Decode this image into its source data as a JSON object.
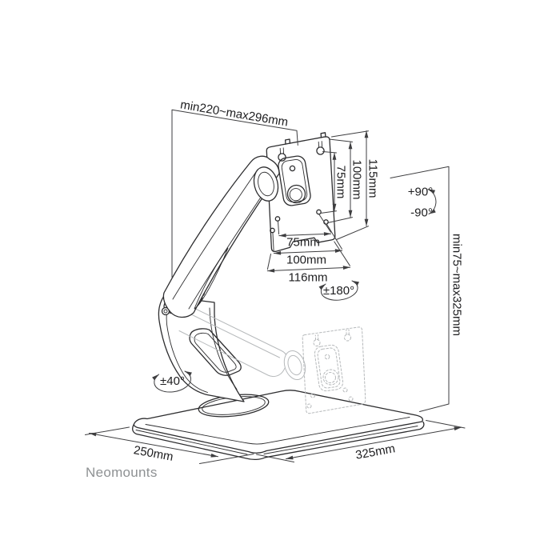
{
  "page": {
    "background": "#ffffff"
  },
  "brand": {
    "name": "Neomounts"
  },
  "diagram": {
    "colors": {
      "line": "#2d2d2f",
      "dimension_line": "#3e3e40",
      "ghost_line": "#b6b9bb",
      "label_text": "#1d1d1f",
      "brand_text": "#8e9193",
      "background": "#ffffff"
    },
    "labels": {
      "arm_reach_range": "min220~max296mm",
      "height_range": "min75~max325mm",
      "vesa_vertical_75": "75mm",
      "vesa_vertical_100": "100mm",
      "vesa_vertical_115": "115mm",
      "vesa_horizontal_75": "75mm",
      "vesa_horizontal_100": "100mm",
      "vesa_horizontal_116": "116mm",
      "tilt_up": "+90°",
      "tilt_down": "-90°",
      "swivel_range": "±180°",
      "base_rotation": "±40°",
      "base_depth": "250mm",
      "base_width": "325mm"
    }
  }
}
